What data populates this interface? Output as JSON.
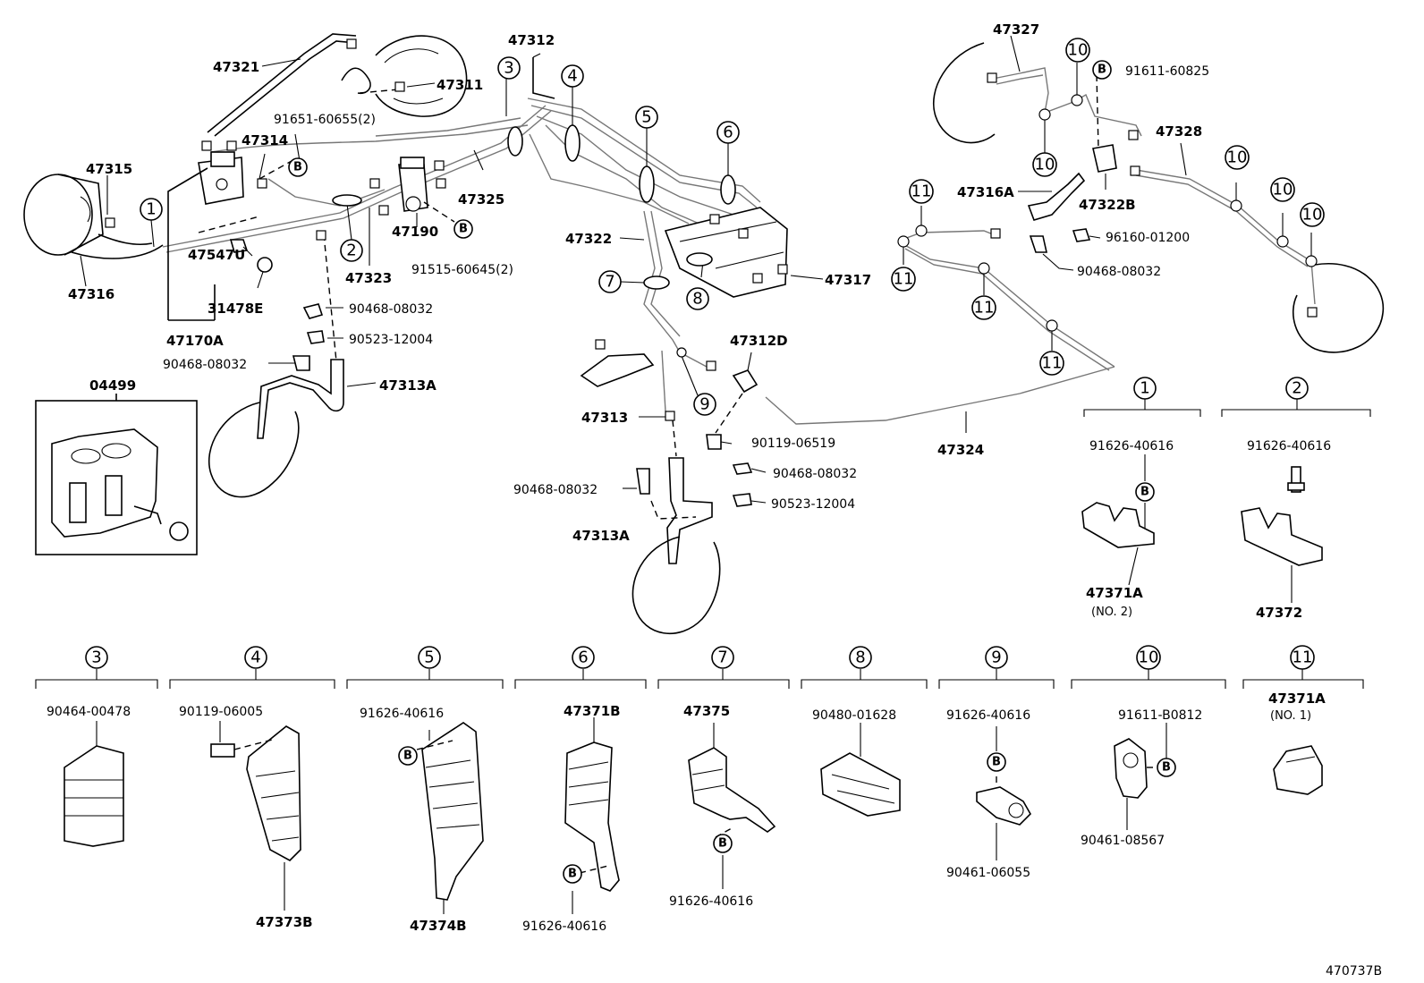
{
  "diagram_id": "470737B",
  "labels": {
    "p47321": "47321",
    "p47311": "47311",
    "p91651": "91651-60655(2)",
    "p47314": "47314",
    "p47315": "47315",
    "p47316": "47316",
    "p47170A": "47170A",
    "p47547U": "47547U",
    "p31478E": "31478E",
    "p47323": "47323",
    "p90468a": "90468-08032",
    "p90523a": "90523-12004",
    "p90468b": "90468-08032",
    "p47313Aa": "47313A",
    "p04499": "04499",
    "p47190": "47190",
    "p91515": "91515-60645(2)",
    "p47325": "47325",
    "p47312": "47312",
    "p47322": "47322",
    "p47317": "47317",
    "p47312D": "47312D",
    "p47313": "47313",
    "p90119a": "90119-06519",
    "p90468c": "90468-08032",
    "p90468d": "90468-08032",
    "p90523b": "90523-12004",
    "p47313Ab": "47313A",
    "p47324": "47324",
    "p47327": "47327",
    "p91611a": "91611-60825",
    "p47328": "47328",
    "p47316A": "47316A",
    "p47322B": "47322B",
    "p96160": "96160-01200",
    "p90468e": "90468-08032",
    "d1_top": "91626-40616",
    "d1_main": "47371A",
    "d1_note": "(NO. 2)",
    "d2_top": "91626-40616",
    "d2_main": "47372",
    "d3_top": "90464-00478",
    "d4_top": "90119-06005",
    "d4_main": "47373B",
    "d5_top": "91626-40616",
    "d5_main": "47374B",
    "d6_main": "47371B",
    "d6_bot": "91626-40616",
    "d7_main": "47375",
    "d7_bot": "91626-40616",
    "d8_top": "90480-01628",
    "d9_top": "91626-40616",
    "d9_bot": "90461-06055",
    "d10_top": "91611-B0812",
    "d10_bot": "90461-08567",
    "d11_main": "47371A",
    "d11_note": "(NO. 1)"
  },
  "callout_numbers": {
    "n1": "1",
    "n2": "2",
    "n3": "3",
    "n4": "4",
    "n5": "5",
    "n6": "6",
    "n7": "7",
    "n8": "8",
    "n9": "9",
    "n10": "10",
    "n11": "11"
  },
  "bolt_marker": "B"
}
